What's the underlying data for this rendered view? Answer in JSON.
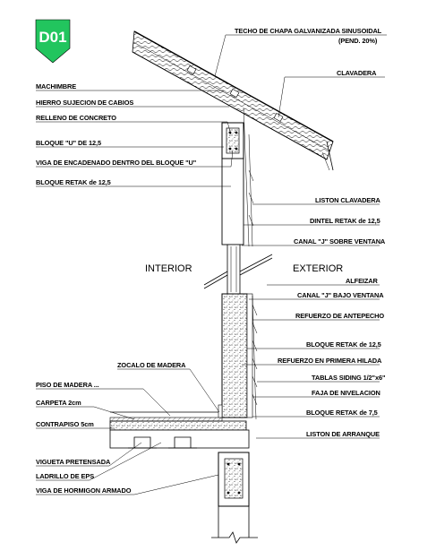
{
  "badge": {
    "code": "D01",
    "color": "#22c55e"
  },
  "zones": {
    "interior": "INTERIOR",
    "exterior": "EXTERIOR"
  },
  "labels_right": {
    "techo": "TECHO DE CHAPA GALVANIZADA SINUSOIDAL",
    "pendiente": "(PEND. 20%)",
    "clavadera": "CLAVADERA",
    "liston_clavadera": "LISTON CLAVADERA",
    "dintel": "DINTEL RETAK de 12,5",
    "canal_sobre": "CANAL \"J\" SOBRE VENTANA",
    "alfeizar": "ALFEIZAR",
    "canal_bajo": "CANAL \"J\" BAJO VENTANA",
    "refuerzo_antepecho": "REFUERZO DE ANTEPECHO",
    "bloque_retak_125": "BLOQUE RETAK de 12,5",
    "refuerzo_hilada": "REFUERZO EN PRIMERA HILADA",
    "tablas_siding": "TABLAS SIDING 1/2\"x6\"",
    "faja": "FAJA DE NIVELACION",
    "bloque_retak_75": "BLOQUE RETAK de 7,5",
    "liston_arranque": "LISTON DE ARRANQUE"
  },
  "labels_left": {
    "machimbre": "MACHIMBRE",
    "hierro": "HIERRO SUJECION DE CABIOS",
    "relleno": "RELLENO DE CONCRETO",
    "bloque_u": "BLOQUE \"U\" DE 12,5",
    "viga_encadenado": "VIGA DE ENCADENADO DENTRO DEL BLOQUE \"U\"",
    "bloque_retak": "BLOQUE RETAK de 12,5",
    "zocalo": "ZOCALO DE MADERA",
    "piso": "PISO DE MADERA ...",
    "carpeta": "CARPETA  2cm",
    "contrapiso": "CONTRAPISO  5cm",
    "vigueta": "VIGUETA PRETENSADA",
    "ladrillo": "LADRILLO DE EPS",
    "viga_hormigon": "VIGA DE HORMIGON ARMADO"
  }
}
